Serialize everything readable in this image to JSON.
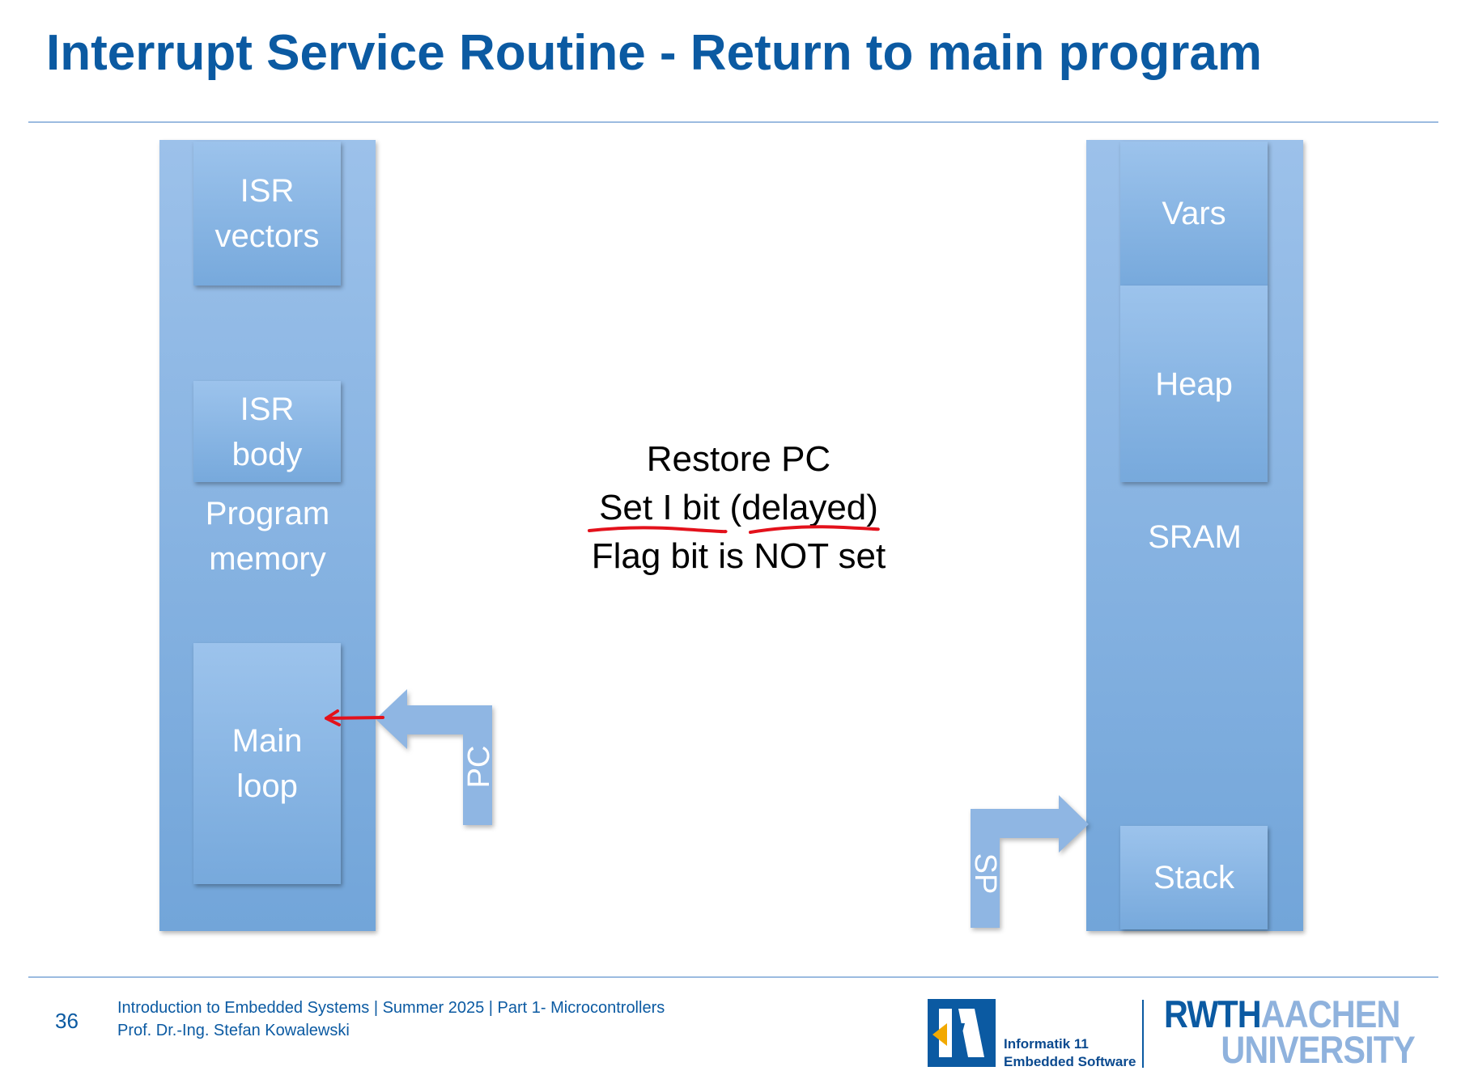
{
  "slide": {
    "title": "Interrupt Service Routine - Return to main program",
    "number": "36"
  },
  "program_memory": {
    "label_line1": "Program",
    "label_line2": "memory",
    "blocks": [
      {
        "line1": "ISR",
        "line2": "vectors"
      },
      {
        "line1": "ISR",
        "line2": "body"
      },
      {
        "line1": "Main",
        "line2": "loop"
      }
    ]
  },
  "sram": {
    "label": "SRAM",
    "blocks": [
      "Vars",
      "Heap",
      "Stack"
    ]
  },
  "pointers": {
    "pc": "PC",
    "sp": "SP"
  },
  "center": {
    "line1": "Restore PC",
    "line2": "Set I bit (delayed)",
    "line3": "Flag bit is NOT set"
  },
  "colors": {
    "title": "#0b5aa2",
    "block": "#8fb6e3",
    "annotation": "#e3111b"
  },
  "footer": {
    "course": "Introduction to Embedded Systems | Summer 2025 | Part 1- Microcontrollers",
    "author": "Prof. Dr.-Ing. Stefan Kowalewski",
    "logo_i11_line1": "Informatik 11",
    "logo_i11_line2": "Embedded Software",
    "logo_rwth": "RWTH",
    "logo_aachen": "AACHEN",
    "logo_university": "UNIVERSITY"
  }
}
